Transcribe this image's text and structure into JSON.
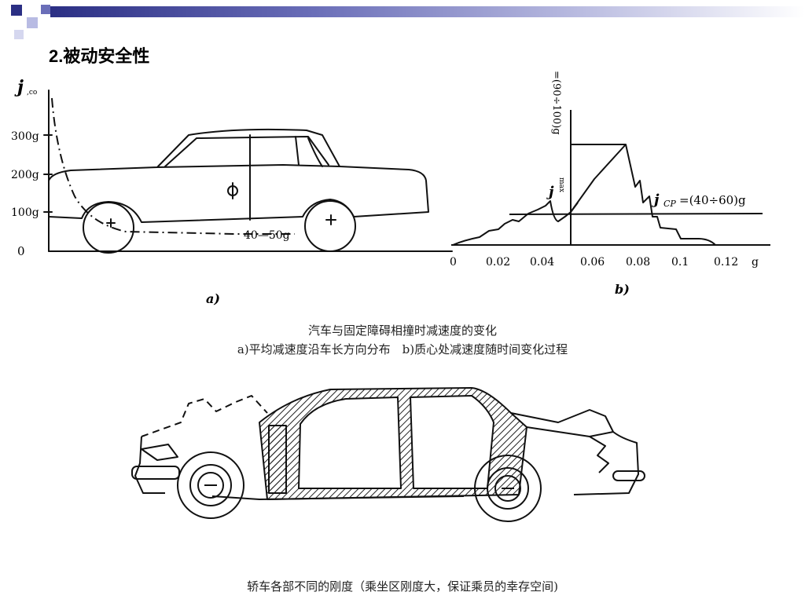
{
  "slide": {
    "title": "2.被动安全性"
  },
  "figure_a": {
    "y_axis_label": "j",
    "y_axis_sub": ",co",
    "y_ticks": [
      "300g",
      "200g",
      "100g",
      "0"
    ],
    "annotation": "40—50g",
    "panel_label": "a)"
  },
  "figure_b": {
    "y_axis_label": "j",
    "y_axis_sub": "max",
    "y_axis_text": "=(90÷100)g",
    "avg_label": "j",
    "avg_sub": "CP",
    "avg_value": "=(40÷60)g",
    "x_ticks": [
      "0",
      "0.02",
      "0.04",
      "0.06",
      "0.08",
      "0.1",
      "0.12"
    ],
    "x_unit": "g",
    "panel_label": "b)"
  },
  "captions": {
    "fig1_title": "汽车与固定障碍相撞时减速度的变化",
    "fig1_sub": "a)平均减速度沿车长方向分布　b)质心处减速度随时间变化过程",
    "fig2": "轿车各部不同的刚度（乘坐区刚度大，保证乘员的幸存空间)"
  }
}
